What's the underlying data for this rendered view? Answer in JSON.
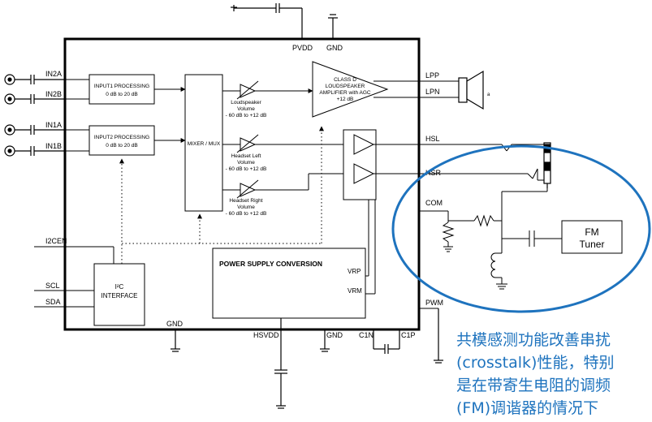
{
  "pins": {
    "in2a": "IN2A",
    "in2b": "IN2B",
    "in1a": "IN1A",
    "in1b": "IN1B",
    "i2cen": "I2CEN",
    "scl": "SCL",
    "sda": "SDA",
    "pvdd": "PVDD",
    "gnd_top": "GND",
    "gnd_bottom": "GND",
    "gnd_bottom2": "GND",
    "hsvdd": "HSVDD",
    "c1n": "C1N",
    "c1p": "C1P",
    "lpp": "LPP",
    "lpn": "LPN",
    "hsl": "HSL",
    "hsr": "HSR",
    "com": "COM",
    "vrp": "VRP",
    "vrm": "VRM",
    "pwm": "PWM"
  },
  "blocks": {
    "input1": {
      "title": "INPUT1 PROCESSING",
      "range": "0 dB to 20 dB"
    },
    "input2": {
      "title": "INPUT2 PROCESSING",
      "range": "0 dB to 20 dB"
    },
    "mixer": "MIXER / MUX",
    "class_d": [
      "CLASS D",
      "LOUDSPEAKER",
      "AMPLIFIER with AGC",
      "+12 dB"
    ],
    "speaker_vol": [
      "Loudspeaker",
      "Volume",
      "- 60 dB to +12 dB"
    ],
    "hs_left_vol": [
      "Headset Left",
      "Volume",
      "- 60 dB to +12 dB"
    ],
    "hs_right_vol": [
      "Headset Right",
      "Volume",
      "- 60 dB to +12 dB"
    ],
    "power": "POWER SUPPLY CONVERSION",
    "i2c": [
      "I²C",
      "INTERFACE"
    ],
    "fm_tuner": [
      "FM",
      "Tuner"
    ],
    "speaker_mark": "a"
  },
  "annotation": [
    "共模感测功能改善串扰",
    "(crosstalk)性能，特别",
    "是在带寄生电阻的调频",
    "(FM)调谐器的情况下"
  ],
  "colors": {
    "ink": "#000000",
    "accent": "#1e73be"
  }
}
